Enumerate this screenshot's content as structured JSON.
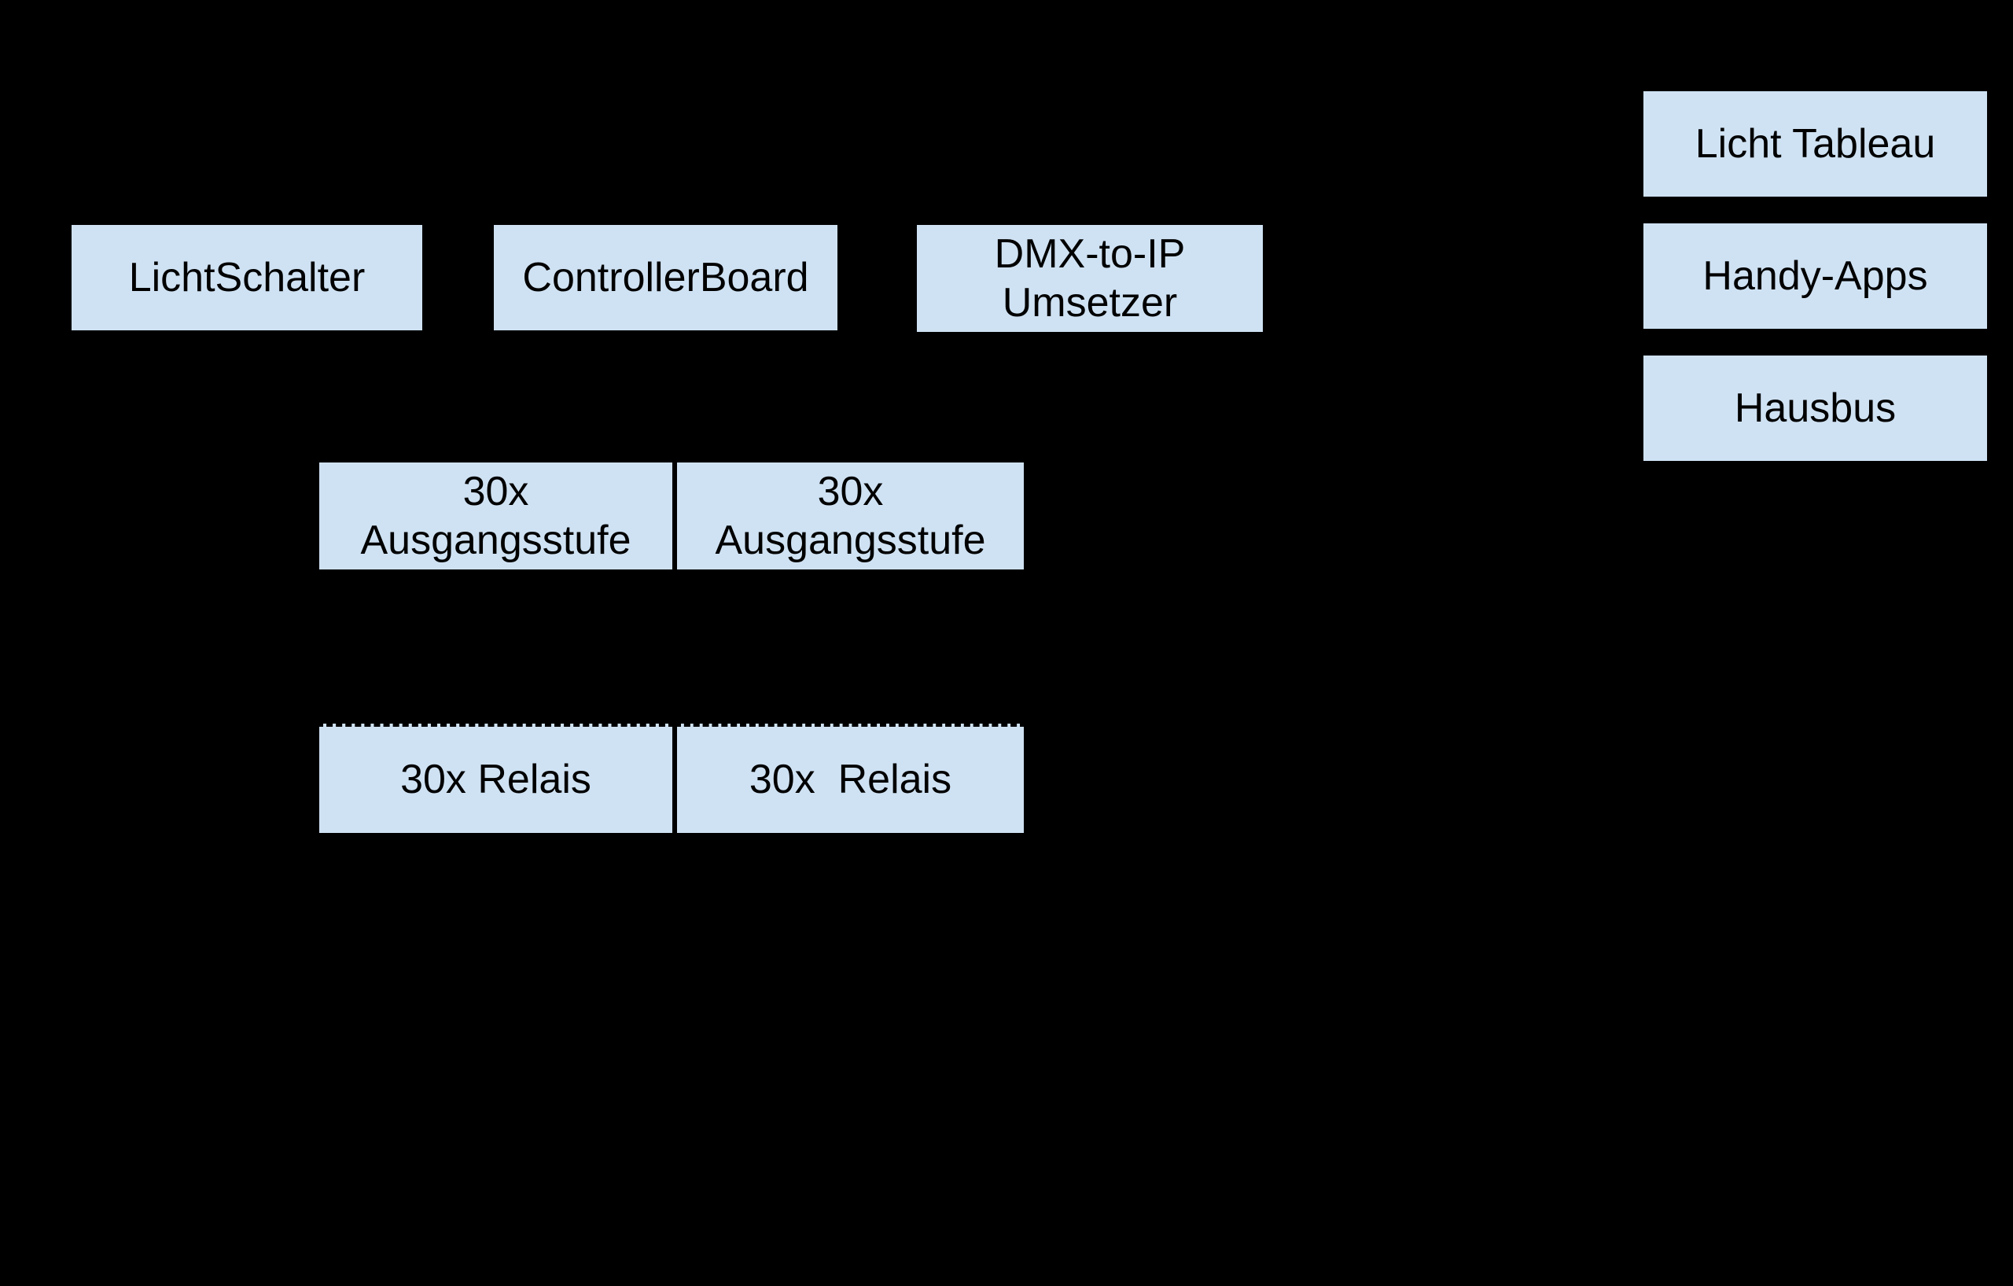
{
  "page": {
    "background": "#000000"
  },
  "palette": {
    "node_fill": "#cfe2f3",
    "node_border": "#000000",
    "node_text": "#000000"
  },
  "diagram": {
    "nodes": {
      "lichtschalter": {
        "label": "LichtSchalter"
      },
      "controllerboard": {
        "label": "ControllerBoard"
      },
      "dmx_umsetzer": {
        "label": "DMX-to-IP\nUmsetzer"
      },
      "licht_tableau": {
        "label": "Licht Tableau"
      },
      "handy_apps": {
        "label": "Handy-Apps"
      },
      "hausbus": {
        "label": "Hausbus"
      },
      "ausgangsstufe_left": {
        "label": "30x\nAusgangsstufe"
      },
      "ausgangsstufe_right": {
        "label": "30x\nAusgangsstufe"
      },
      "relais_left": {
        "label": "30x Relais"
      },
      "relais_right": {
        "label": "30x  Relais"
      }
    }
  }
}
